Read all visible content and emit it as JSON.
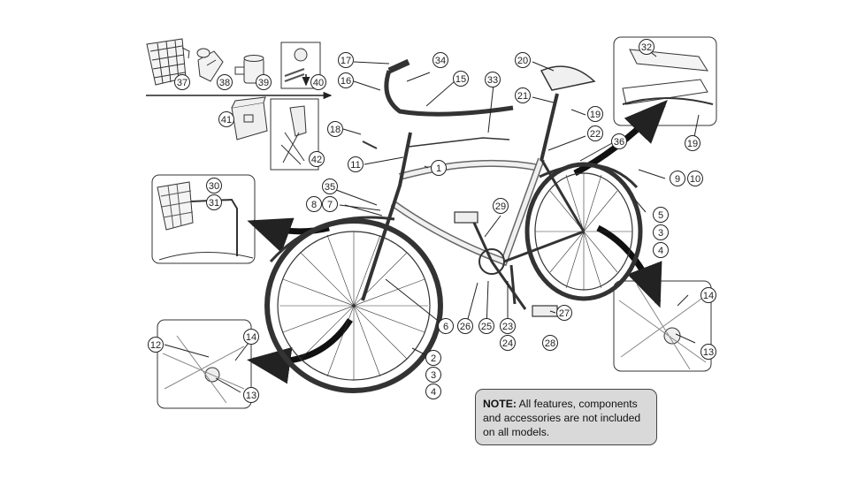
{
  "callouts": [
    {
      "id": "c1",
      "label": "1"
    },
    {
      "id": "c2",
      "label": "2"
    },
    {
      "id": "c3",
      "label": "3"
    },
    {
      "id": "c4",
      "label": "4"
    },
    {
      "id": "c5",
      "label": "5"
    },
    {
      "id": "c3b",
      "label": "3"
    },
    {
      "id": "c4b",
      "label": "4"
    },
    {
      "id": "c6",
      "label": "6"
    },
    {
      "id": "c7",
      "label": "7"
    },
    {
      "id": "c8",
      "label": "8"
    },
    {
      "id": "c9",
      "label": "9"
    },
    {
      "id": "c10",
      "label": "10"
    },
    {
      "id": "c11",
      "label": "11"
    },
    {
      "id": "c12",
      "label": "12"
    },
    {
      "id": "c13",
      "label": "13"
    },
    {
      "id": "c14",
      "label": "14"
    },
    {
      "id": "c13b",
      "label": "13"
    },
    {
      "id": "c14b",
      "label": "14"
    },
    {
      "id": "c15",
      "label": "15"
    },
    {
      "id": "c16",
      "label": "16"
    },
    {
      "id": "c17",
      "label": "17"
    },
    {
      "id": "c18",
      "label": "18"
    },
    {
      "id": "c19",
      "label": "19"
    },
    {
      "id": "c19b",
      "label": "19"
    },
    {
      "id": "c20",
      "label": "20"
    },
    {
      "id": "c21",
      "label": "21"
    },
    {
      "id": "c22",
      "label": "22"
    },
    {
      "id": "c23",
      "label": "23"
    },
    {
      "id": "c24",
      "label": "24"
    },
    {
      "id": "c25",
      "label": "25"
    },
    {
      "id": "c26",
      "label": "26"
    },
    {
      "id": "c27",
      "label": "27"
    },
    {
      "id": "c28",
      "label": "28"
    },
    {
      "id": "c29",
      "label": "29"
    },
    {
      "id": "c30",
      "label": "30"
    },
    {
      "id": "c31",
      "label": "31"
    },
    {
      "id": "c32",
      "label": "32"
    },
    {
      "id": "c33",
      "label": "33"
    },
    {
      "id": "c34",
      "label": "34"
    },
    {
      "id": "c35",
      "label": "35"
    },
    {
      "id": "c36",
      "label": "36"
    },
    {
      "id": "c37",
      "label": "37"
    },
    {
      "id": "c38",
      "label": "38"
    },
    {
      "id": "c39",
      "label": "39"
    },
    {
      "id": "c40",
      "label": "40"
    },
    {
      "id": "c41",
      "label": "41"
    },
    {
      "id": "c42",
      "label": "42"
    }
  ],
  "note": {
    "heading": "NOTE:",
    "body": " All features, components and accessories are not included on all models."
  },
  "colors": {
    "line": "#333333",
    "frame_fill": "#eeeeee",
    "note_bg": "#d9d9d9"
  }
}
